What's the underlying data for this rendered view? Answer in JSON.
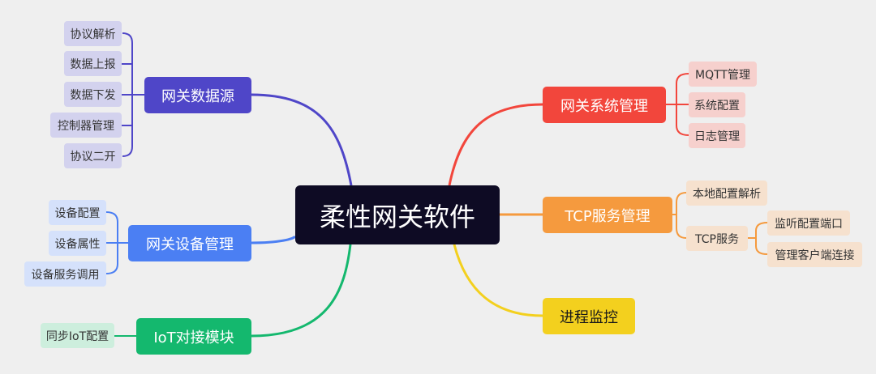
{
  "root": {
    "label": "柔性网关软件",
    "color": "#0e0b24"
  },
  "branches": {
    "data_source": {
      "label": "网关数据源",
      "color": "#4f46c8",
      "leaf_color": "#d3d2ee",
      "children": [
        "协议解析",
        "数据上报",
        "数据下发",
        "控制器管理",
        "协议二开"
      ]
    },
    "device_mgmt": {
      "label": "网关设备管理",
      "color": "#4b7ff3",
      "leaf_color": "#d5e1fb",
      "children": [
        "设备配置",
        "设备属性",
        "设备服务调用"
      ]
    },
    "iot_module": {
      "label": "IoT对接模块",
      "color": "#14b86e",
      "leaf_color": "#cdeedd",
      "children": [
        "同步IoT配置"
      ]
    },
    "system_mgmt": {
      "label": "网关系统管理",
      "color": "#f2463c",
      "leaf_color": "#f6d0cd",
      "children": [
        "MQTT管理",
        "系统配置",
        "日志管理"
      ]
    },
    "tcp_mgmt": {
      "label": "TCP服务管理",
      "color": "#f59a3e",
      "leaf_color": "#f6e1ce",
      "children": [
        "本地配置解析",
        "TCP服务"
      ],
      "tcp_children": [
        "监听配置端口",
        "管理客户端连接"
      ]
    },
    "process_monitor": {
      "label": "进程监控",
      "color": "#f3d01e",
      "children": []
    }
  }
}
